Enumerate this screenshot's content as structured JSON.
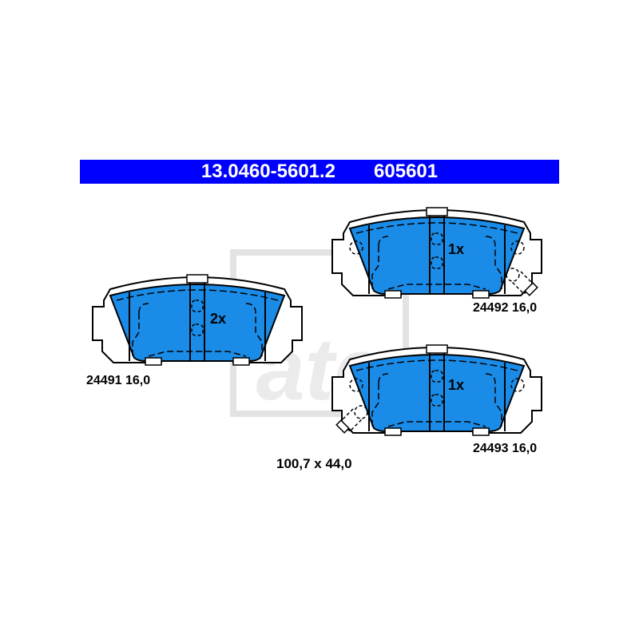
{
  "header": {
    "part_number": "13.0460-5601.2",
    "short_code": "605601",
    "background_color": "#0000ff",
    "text_color": "#ffffff"
  },
  "watermark": {
    "logo": "ate-logo",
    "color": "#dcdcdc"
  },
  "pads": [
    {
      "id": "pad-left",
      "quantity": "2x",
      "article": "24491",
      "thickness": "16,0"
    },
    {
      "id": "pad-top-right",
      "quantity": "1x",
      "article": "24492",
      "thickness": "16,0"
    },
    {
      "id": "pad-bottom-right",
      "quantity": "1x",
      "article": "24493",
      "thickness": "16,0"
    }
  ],
  "dimensions": "100,7 x 44,0",
  "colors": {
    "pad_fill": "#1a8ce8",
    "outline": "#000000"
  }
}
